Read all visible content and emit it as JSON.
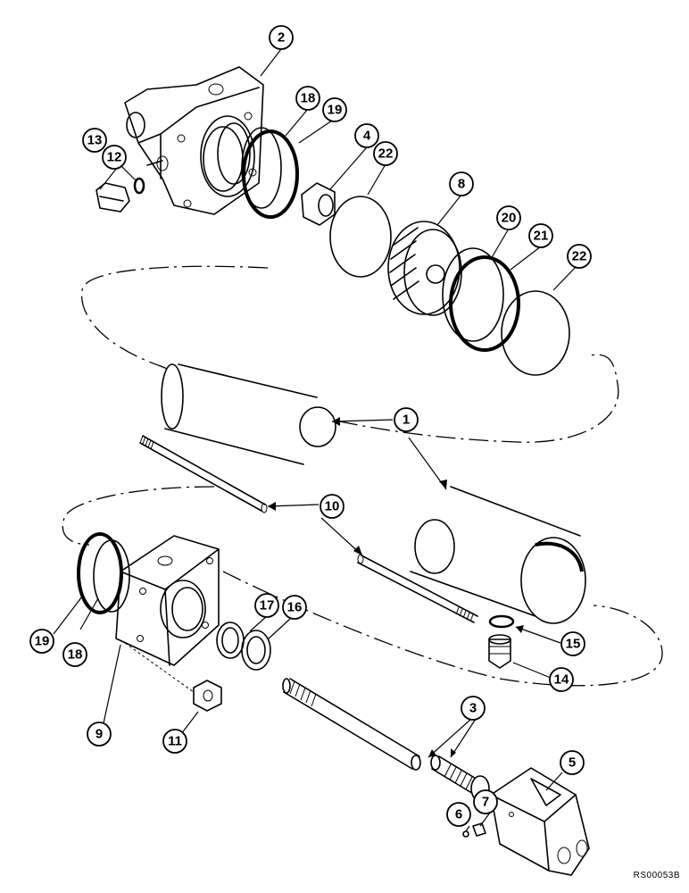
{
  "callouts": [
    {
      "id": "c2",
      "label": "2"
    },
    {
      "id": "c18a",
      "label": "18"
    },
    {
      "id": "c19a",
      "label": "19"
    },
    {
      "id": "c4",
      "label": "4"
    },
    {
      "id": "c22a",
      "label": "22"
    },
    {
      "id": "c8",
      "label": "8"
    },
    {
      "id": "c20",
      "label": "20"
    },
    {
      "id": "c21",
      "label": "21"
    },
    {
      "id": "c22b",
      "label": "22"
    },
    {
      "id": "c12",
      "label": "12"
    },
    {
      "id": "c13",
      "label": "13"
    },
    {
      "id": "c1",
      "label": "1"
    },
    {
      "id": "c10",
      "label": "10"
    },
    {
      "id": "c17",
      "label": "17"
    },
    {
      "id": "c16",
      "label": "16"
    },
    {
      "id": "c15",
      "label": "15"
    },
    {
      "id": "c14",
      "label": "14"
    },
    {
      "id": "c19b",
      "label": "19"
    },
    {
      "id": "c18b",
      "label": "18"
    },
    {
      "id": "c9",
      "label": "9"
    },
    {
      "id": "c11",
      "label": "11"
    },
    {
      "id": "c3",
      "label": "3"
    },
    {
      "id": "c5",
      "label": "5"
    },
    {
      "id": "c6",
      "label": "6"
    },
    {
      "id": "c7",
      "label": "7"
    }
  ],
  "figure_code": "RS00053B"
}
